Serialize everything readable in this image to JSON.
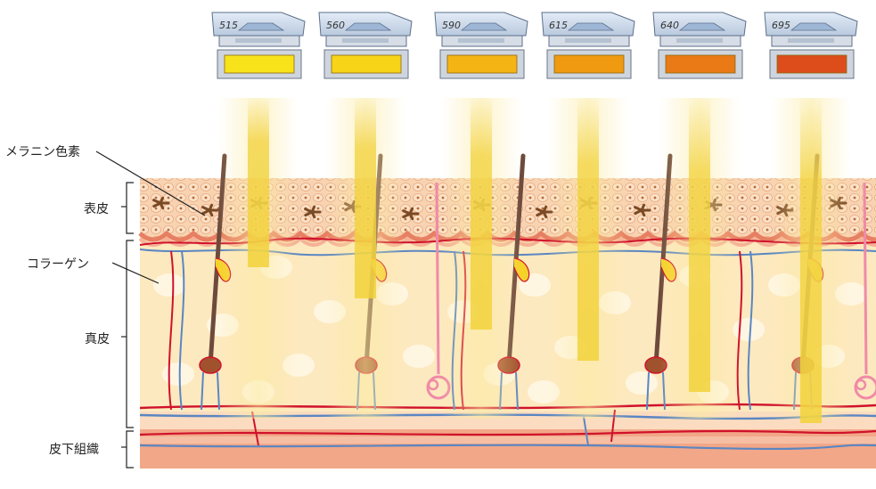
{
  "filters": [
    {
      "wavelength": "515",
      "color": "#f8e21a"
    },
    {
      "wavelength": "560",
      "color": "#f7d417"
    },
    {
      "wavelength": "590",
      "color": "#f4b514"
    },
    {
      "wavelength": "615",
      "color": "#f09a12"
    },
    {
      "wavelength": "640",
      "color": "#ea7a16"
    },
    {
      "wavelength": "695",
      "color": "#dc4d1b"
    }
  ],
  "labels": {
    "melanin": "メラニン色素",
    "epidermis": "表皮",
    "collagen": "コラーゲン",
    "dermis": "真皮",
    "subcutaneous": "皮下組織"
  },
  "colors": {
    "beam": "#f2d23a",
    "epidermis": "#f6caa6",
    "dermis": "#fde9bf",
    "subcutaneous": "#f2a788",
    "artery": "#d0112b",
    "vein": "#5a86c2",
    "hair": "#6e4a3c",
    "sebaceous": "#f6d12a",
    "sweat_gland": "#f08aa8"
  }
}
